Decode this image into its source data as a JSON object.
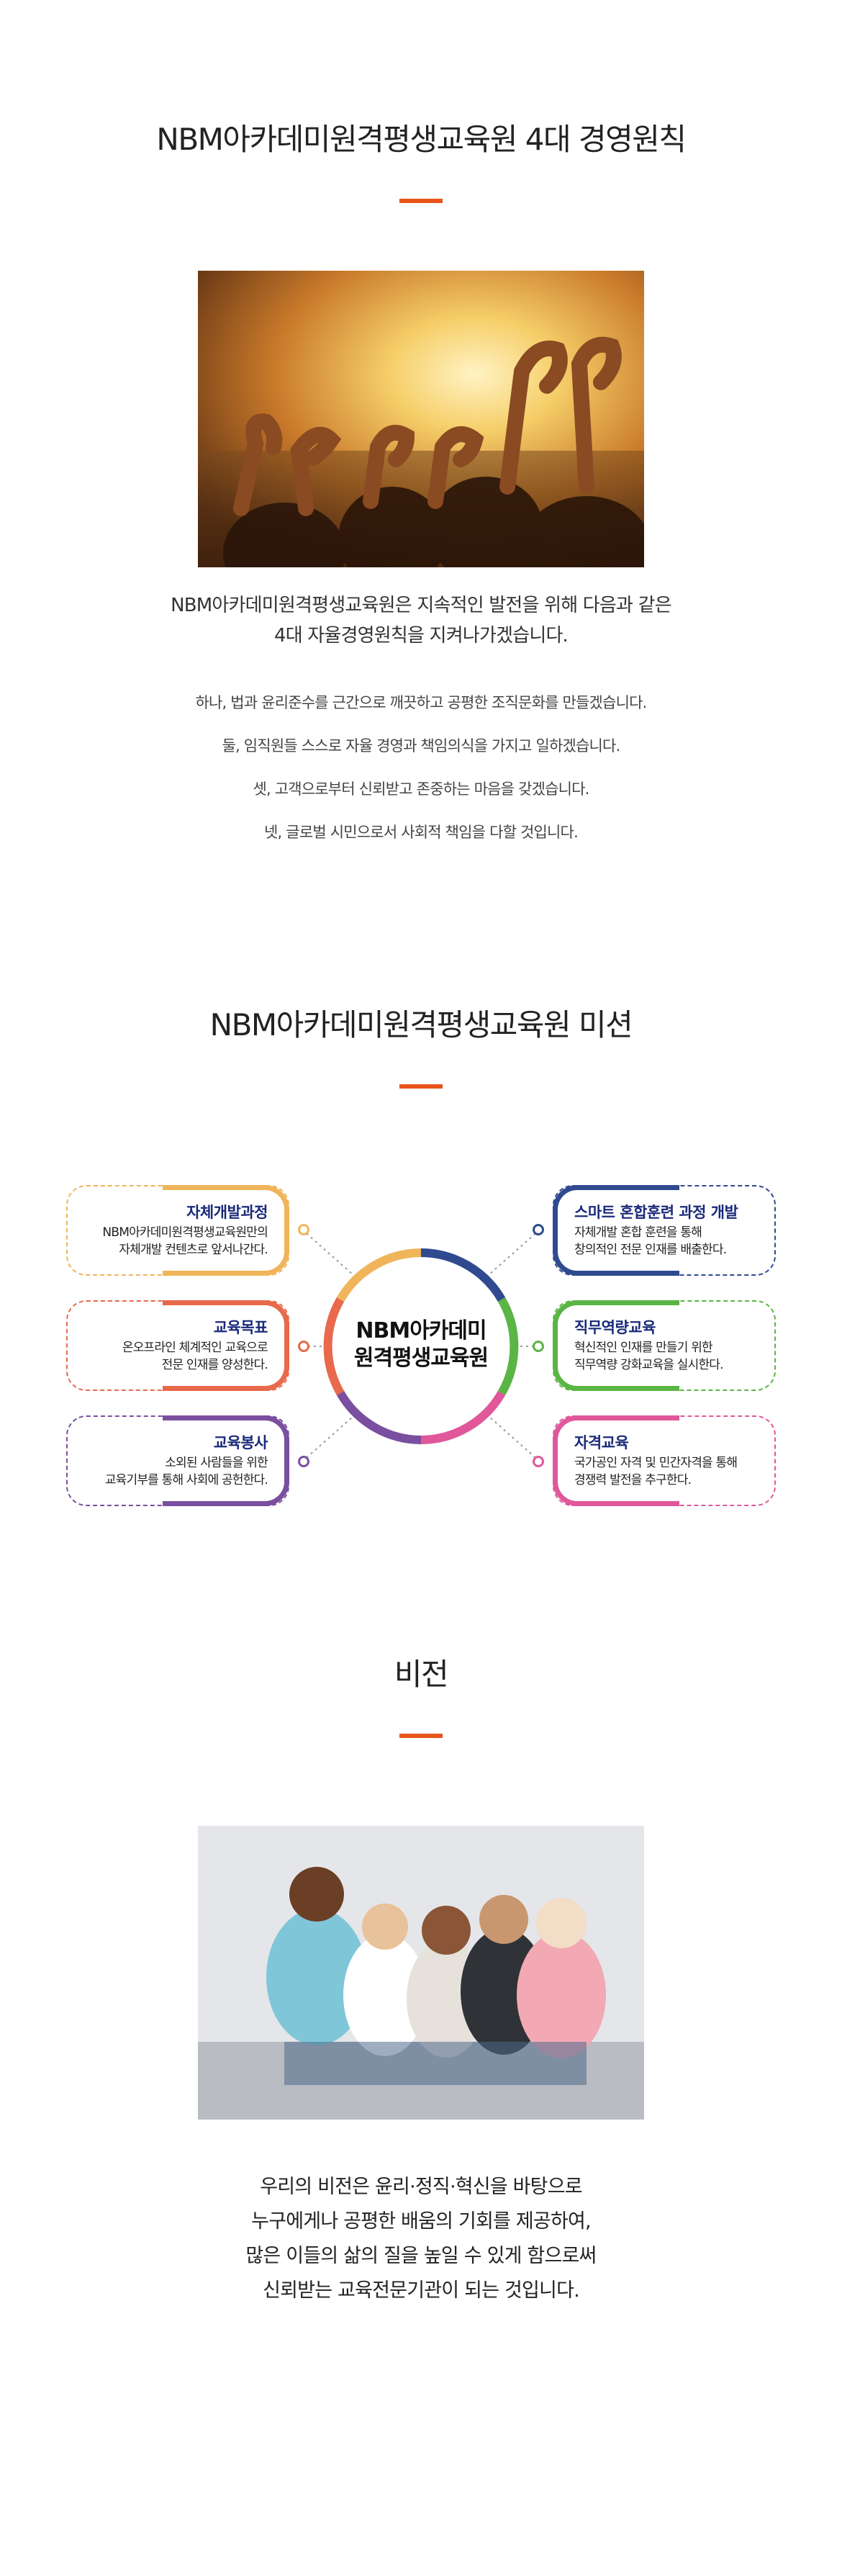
{
  "principles_section": {
    "title": "NBM아카데미원격평생교육원 4대 경영원칙",
    "intro_lines": [
      "NBM아카데미원격평생교육원은 지속적인 발전을 위해 다음과 같은",
      "4대 자율경영원칙을 지켜나가겠습니다."
    ],
    "principles": [
      "하나, 법과 윤리준수를 근간으로 깨끗하고 공평한 조직문화를 만들겠습니다.",
      "둘, 임직원들 스스로 자율 경영과 책임의식을 가지고 일하겠습니다.",
      "셋, 고객으로부터 신뢰받고 존중하는 마음을 갖겠습니다.",
      "넷, 글로벌 시민으로서 사회적 책임을 다할 것입니다."
    ]
  },
  "mission_section": {
    "title": "NBM아카데미원격평생교육원 미션",
    "center_lines": [
      "NBM아카데미",
      "원격평생교육원"
    ],
    "cards": [
      {
        "title": "자체개발과정",
        "lines": [
          "NBM아카데미원격평생교육원만의",
          "자체개발 컨텐츠로 앞서나간다."
        ],
        "color": "#f0b55a"
      },
      {
        "title": "교육목표",
        "lines": [
          "온오프라인 체계적인 교육으로",
          "전문 인재를 양성한다."
        ],
        "color": "#e8694c"
      },
      {
        "title": "교육봉사",
        "lines": [
          "소외된 사람들을 위한",
          "교육기부를 통해 사회에 공헌한다."
        ],
        "color": "#7a4fa0"
      },
      {
        "title": "스마트 혼합훈련 과정 개발",
        "lines": [
          "자체개발 혼합 훈련을 통해",
          "창의적인 전문 인재를 배출한다."
        ],
        "color": "#2f4a8f"
      },
      {
        "title": "직무역량교육",
        "lines": [
          "혁신적인 인재를 만들기 위한",
          "직무역량 강화교육을 실시한다."
        ],
        "color": "#5bb545"
      },
      {
        "title": "자격교육",
        "lines": [
          "국가공인 자격 및 민간자격을 통해",
          "경쟁력 발전을 추구한다."
        ],
        "color": "#e0579a"
      }
    ]
  },
  "vision_section": {
    "title": "비전",
    "lines": [
      "우리의 비전은 윤리·정직·혁신을 바탕으로",
      "누구에게나 공평한 배움의 기회를 제공하여,",
      "많은 이들의 삶의 질을 높일 수 있게 함으로써",
      "신뢰받는 교육전문기관이 되는 것입니다."
    ]
  },
  "colors": {
    "accent": "#e8541b"
  }
}
